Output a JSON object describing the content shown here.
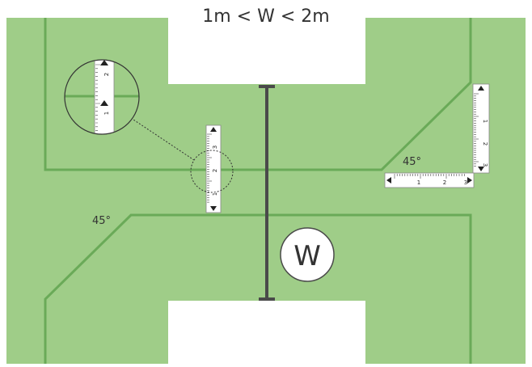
{
  "title": "1m < W < 2m",
  "angle_labels": [
    "45°",
    "45°"
  ],
  "width_badge": "W",
  "ruler_vertical_center": {
    "labels": [
      "3",
      "2",
      "1"
    ]
  },
  "ruler_right_vertical": {
    "labels": [
      "1",
      "2",
      "3"
    ]
  },
  "ruler_right_horizontal": {
    "labels": [
      "1",
      "2",
      "3"
    ]
  },
  "magnifier": {
    "labels": [
      "2",
      "1"
    ]
  },
  "colors": {
    "field": "#9fcd88",
    "line": "#6aaa58",
    "white": "#ffffff",
    "dimension": "#4a4a4a",
    "text": "#333333"
  }
}
